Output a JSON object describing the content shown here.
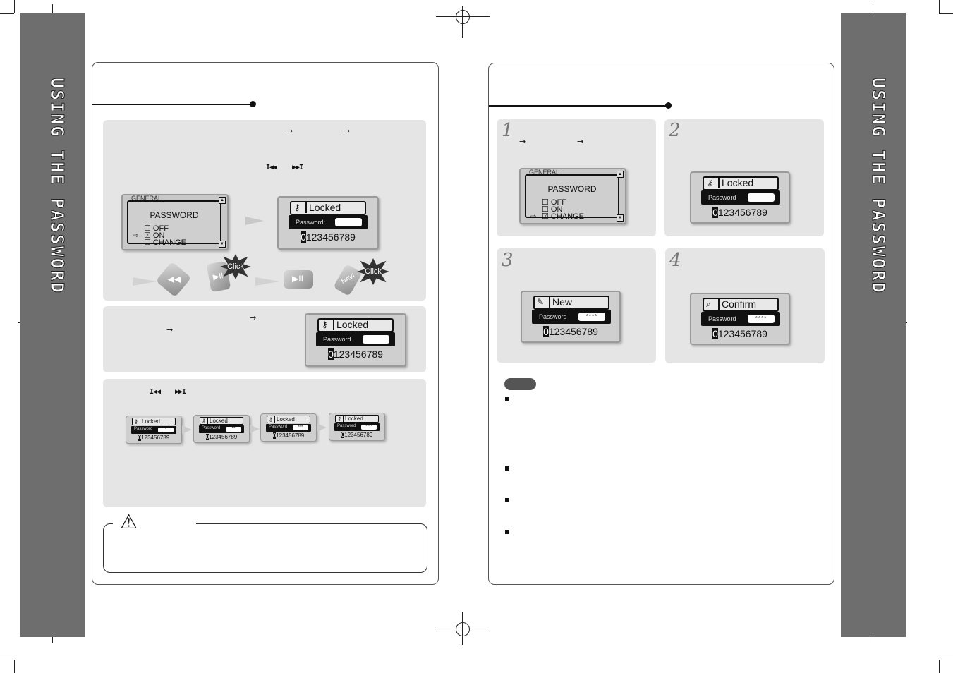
{
  "sidebar": {
    "title": "USING THE PASSWORD"
  },
  "left_panel": {
    "section1": {
      "lcd_menu": {
        "header": "GENERAL",
        "title": "PASSWORD",
        "options": [
          "OFF",
          "ON",
          "CHANGE"
        ]
      },
      "lcd_locked": {
        "title": "Locked",
        "label": "Password",
        "digits_first": "0",
        "digits_rest": "123456789"
      },
      "click_label": "Click",
      "navi_label": "NAVI",
      "click_label2": "Click"
    },
    "section2": {
      "lcd_locked": {
        "title": "Locked",
        "label": "Password",
        "digits_first": "0",
        "digits_rest": "123456789"
      }
    },
    "section3": {
      "small_lcds": [
        {
          "title": "Locked",
          "label": "Password",
          "value": "*",
          "digits_first": "0",
          "digits_rest": "123456789"
        },
        {
          "title": "Locked",
          "label": "Password",
          "value": "**",
          "digits_first": "0",
          "digits_rest": "123456789"
        },
        {
          "title": "Locked",
          "label": "Password",
          "value": "***",
          "digits_first": "0",
          "digits_rest": "123456789"
        },
        {
          "title": "Locked",
          "label": "Password",
          "value": "****",
          "digits_first": "0",
          "digits_rest": "123456789"
        }
      ]
    }
  },
  "right_panel": {
    "steps": [
      {
        "number": "1",
        "lcd_menu": {
          "header": "GENERAL",
          "title": "PASSWORD",
          "options": [
            "OFF",
            "ON",
            "CHANGE"
          ]
        }
      },
      {
        "number": "2",
        "lcd": {
          "title": "Locked",
          "label": "Password",
          "value": "",
          "digits_first": "0",
          "digits_rest": "123456789"
        }
      },
      {
        "number": "3",
        "lcd": {
          "title": "New",
          "label": "Password",
          "value": "****",
          "digits_first": "0",
          "digits_rest": "123456789"
        }
      },
      {
        "number": "4",
        "lcd": {
          "title": "Confirm",
          "label": "Password",
          "value": "****",
          "digits_first": "0",
          "digits_rest": "123456789"
        }
      }
    ]
  }
}
